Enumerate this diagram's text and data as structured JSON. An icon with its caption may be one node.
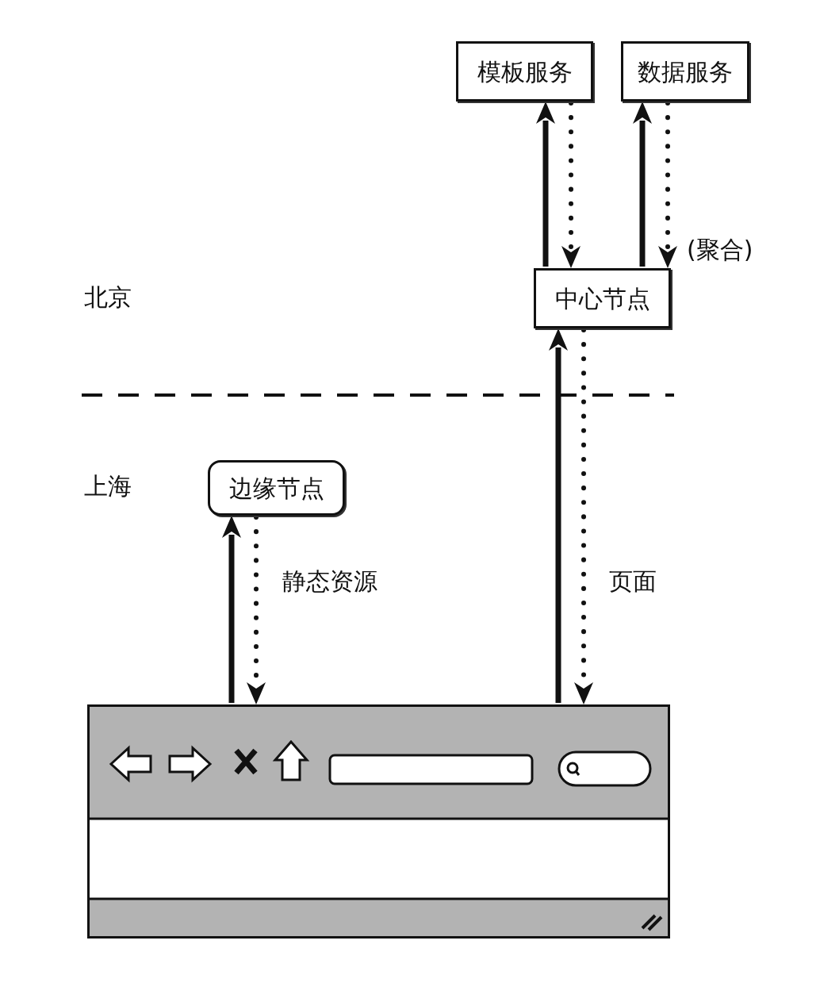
{
  "diagram": {
    "nodes": [
      {
        "text": [
          "模板服务"
        ]
      },
      {
        "text": [
          "数据服务"
        ]
      },
      {
        "text": [
          "中心节点"
        ]
      },
      {
        "text": [
          "边缘节点"
        ]
      },
      {
        "text": [],
        "shape": "picture"
      }
    ],
    "edges": [
      {
        "from": 2,
        "to": 0,
        "arrow": "to"
      },
      {
        "from": 0,
        "to": 2,
        "arrow": "to",
        "style": "dashed"
      },
      {
        "from": 2,
        "to": 1,
        "arrow": "to"
      },
      {
        "from": 1,
        "to": 2,
        "arrow": "to",
        "style": "dashed"
      },
      {
        "from": 4,
        "to": 2,
        "arrow": "to"
      },
      {
        "from": 2,
        "to": 4,
        "arrow": "to",
        "style": "dashed",
        "label": "页面"
      },
      {
        "from": 4,
        "to": 3,
        "arrow": "to"
      },
      {
        "from": 3,
        "to": 4,
        "arrow": "to",
        "style": "dashed",
        "label": "静态资源"
      }
    ],
    "labels": [
      "(聚合)",
      "北京",
      "上海"
    ]
  }
}
